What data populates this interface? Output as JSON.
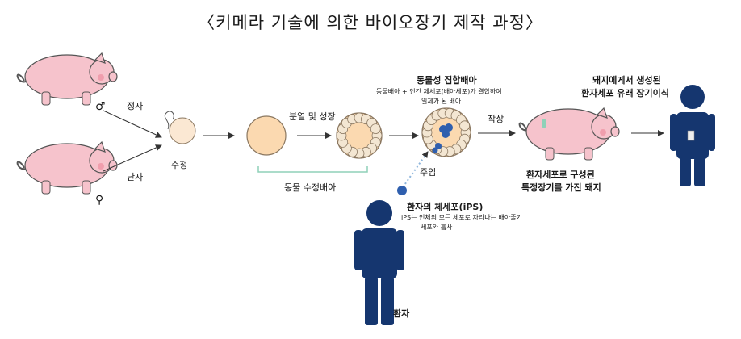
{
  "title": "〈키메라 기술에 의한 바이오장기 제작 과정〉",
  "labels": {
    "sperm": "정자",
    "egg": "난자",
    "fertilization": "수정",
    "division_growth": "분열 및 성장",
    "animal_fertilized_embryo": "동물 수정배아",
    "chimera_embryo_title": "동물성 집합배아",
    "chimera_embryo_desc_1": "동물배아 + 인간 체세포(배아세포)가 결합하여",
    "chimera_embryo_desc_2": "일체가 된 배아",
    "implantation": "착상",
    "injection": "주입",
    "patient_ips_title": "환자의 체세포(iPS)",
    "ips_desc_1": "iPS는 인체의 모든 세포로 자라나는 배아줄기",
    "ips_desc_2": "세포와 흡사",
    "patient": "환자",
    "pig_result_1": "환자세포로 구성된",
    "pig_result_2": "특정장기를 가진 돼지",
    "transplant_1": "돼지에게서 생성된",
    "transplant_2": "환자세포 유래 장기이식"
  },
  "symbols": {
    "male": "♂",
    "female": "♀"
  },
  "colors": {
    "pig_body": "#f6c3cc",
    "pig_outline": "#555555",
    "pig_cheek": "#ee8fa0",
    "cell_fill": "#fbd9b0",
    "cell_outline": "#8a7760",
    "blastomere": "#f3e6d2",
    "inner_cell_mass": "#2f5fae",
    "patient_figure": "#15366f",
    "arrow": "#333333",
    "bracket": "#8fd1b8",
    "injection_dots": "#8fb6dc"
  }
}
